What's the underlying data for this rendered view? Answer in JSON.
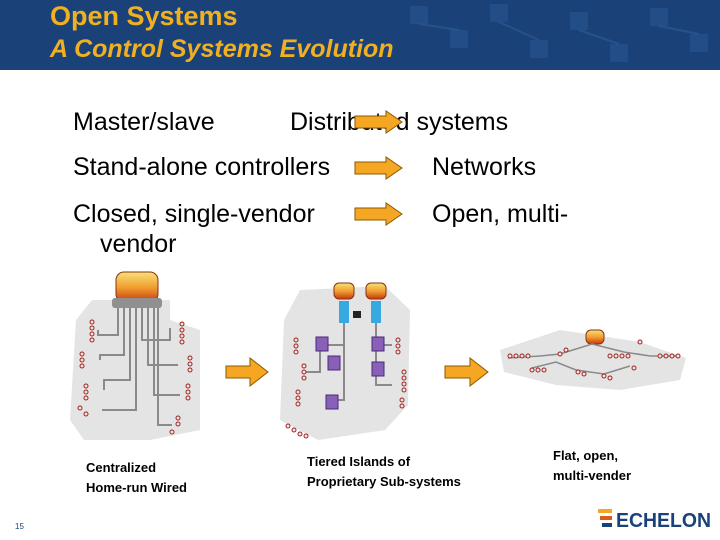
{
  "header": {
    "title": "Open Systems",
    "subtitle": "A Control Systems Evolution"
  },
  "bullets": {
    "row1_left": "Master/slave",
    "row1_right": "Distributed systems",
    "row2_left": "Stand-alone controllers",
    "row2_right": "Networks",
    "row3_left": "Closed, single-vendor",
    "row3_right": "Open, multi-",
    "row3_wrap": "vendor"
  },
  "captions": {
    "left": [
      "Centralized",
      "Home-run Wired"
    ],
    "middle": [
      "Tiered Islands of",
      "Proprietary Sub-systems"
    ],
    "right": [
      "Flat, open,",
      "multi-vender"
    ]
  },
  "footer": {
    "page_number": "15",
    "logo_text": "ECHELON"
  },
  "colors": {
    "header_bg": "#1a4278",
    "title": "#f0b020",
    "arrow": "#f5a623"
  }
}
